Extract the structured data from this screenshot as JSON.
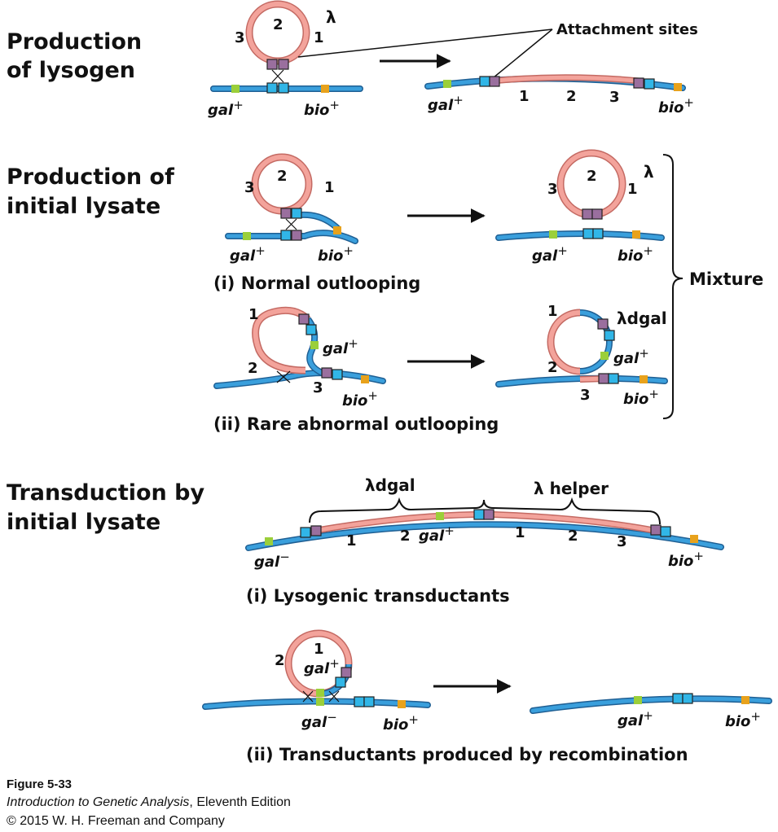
{
  "sections": {
    "lysogen": [
      "Production",
      "of lysogen"
    ],
    "lysate": [
      "Production of",
      "initial lysate"
    ],
    "transduction": [
      "Transduction by",
      "initial lysate"
    ]
  },
  "labels": {
    "lambda": "λ",
    "lambda_dgal": "λdgal",
    "lambda_helper": "λ helper",
    "attachment_sites": "Attachment sites",
    "mixture": "Mixture",
    "num1": "1",
    "num2": "2",
    "num3": "3"
  },
  "genes": {
    "gal": "gal",
    "bio": "bio",
    "plus": "+",
    "minus": "−"
  },
  "subtitles": {
    "normal": "(i)  Normal outlooping",
    "abnormal": "(ii)  Rare abnormal outlooping",
    "lysogenic": "(i)  Lysogenic transductants",
    "recombination": "(ii) Transductants produced by recombination"
  },
  "caption": {
    "figure": "Figure 5-33",
    "book": "Introduction to Genetic Analysis",
    "edition": ", Eleventh Edition",
    "copyright": "© 2015 W. H. Freeman and Company"
  },
  "colors": {
    "bacterial_dna": "#3a9fdc",
    "phage_dna": "#ef8f88",
    "att_site_bacterial": "#31b6e7",
    "att_site_phage": "#9a6f9e",
    "gal_marker": "#9bcf3a",
    "bio_marker": "#e8a21c"
  }
}
